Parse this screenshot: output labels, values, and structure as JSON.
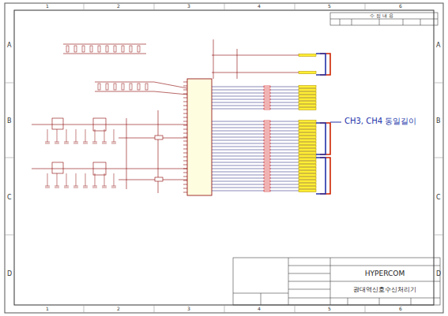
{
  "diagram": {
    "nodes": [
      {
        "text": [
          "HYPERCOM"
        ]
      },
      {
        "text": [
          "광대역신호수신처리기"
        ]
      }
    ],
    "labels": [
      "A",
      "B",
      "C",
      "D",
      "A",
      "B",
      "C",
      "D",
      "1",
      "2",
      "3",
      "4",
      "5",
      "6",
      "1",
      "2",
      "3",
      "4",
      "5",
      "6",
      "수 정 내 용",
      "CH3, CH4 동일길이"
    ]
  }
}
